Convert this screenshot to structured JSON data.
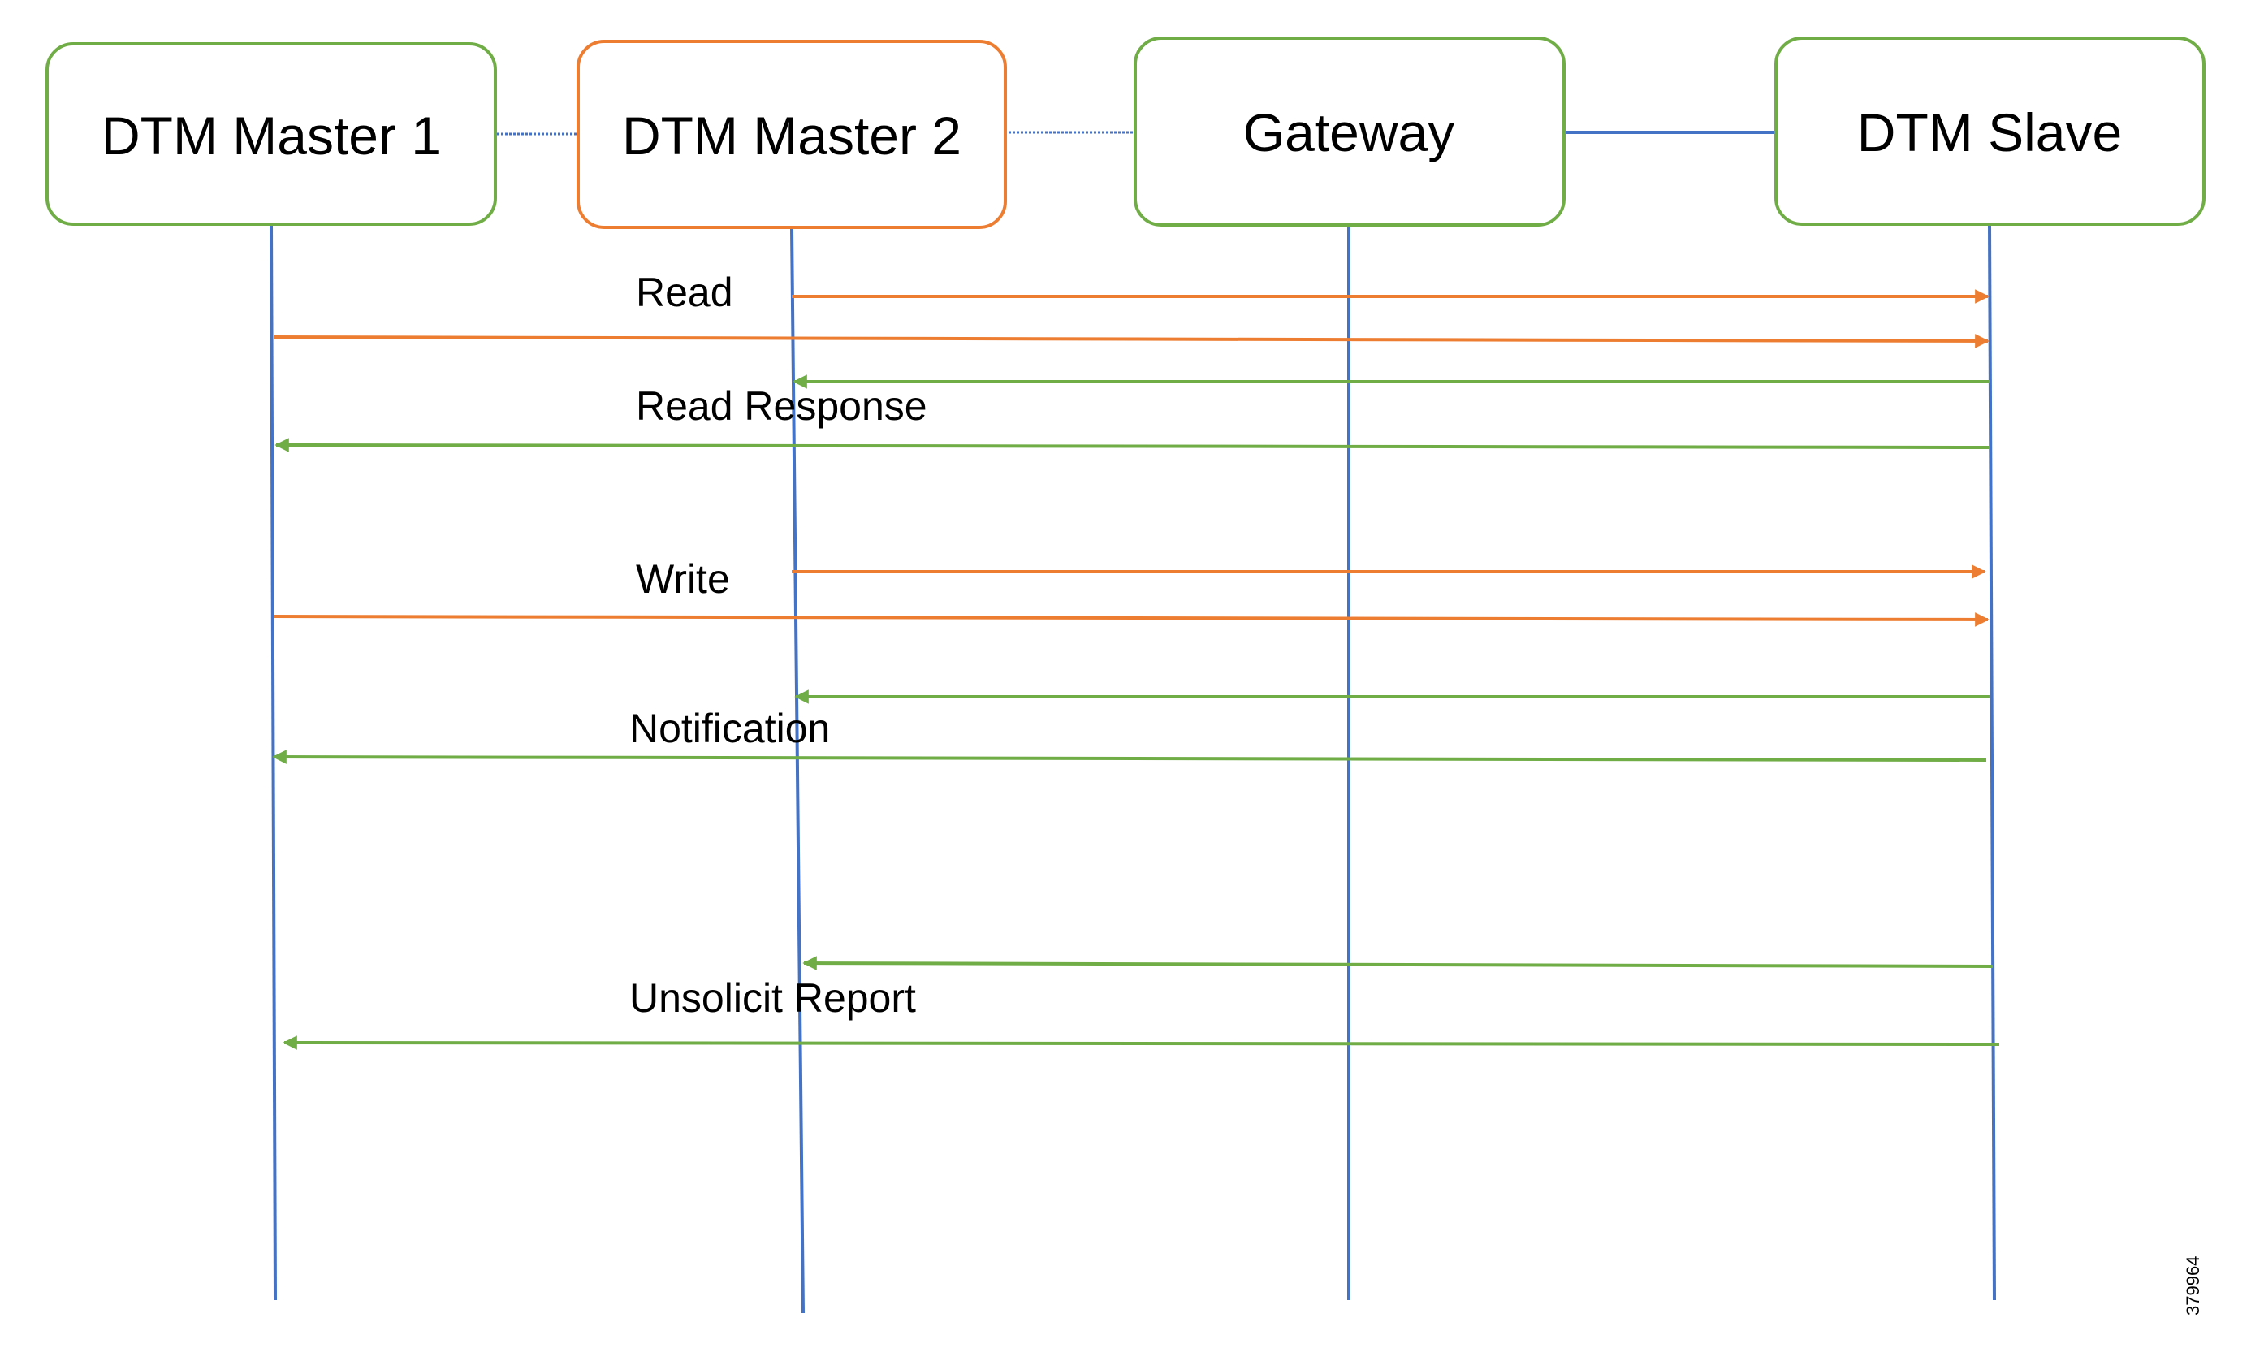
{
  "colors": {
    "box_green": "#70ad47",
    "box_orange": "#ed7d31",
    "lifeline_blue": "#4472c4",
    "request_orange": "#ed7d31",
    "response_green": "#70ad47"
  },
  "participants": [
    {
      "id": "master1",
      "label": "DTM Master 1",
      "border": "green"
    },
    {
      "id": "master2",
      "label": "DTM Master 2",
      "border": "orange"
    },
    {
      "id": "gateway",
      "label": "Gateway",
      "border": "green"
    },
    {
      "id": "slave",
      "label": "DTM Slave",
      "border": "green"
    }
  ],
  "messages": [
    {
      "label": "Read",
      "from": "master2",
      "to": "slave",
      "kind": "request"
    },
    {
      "label": "",
      "from": "master1",
      "to": "slave",
      "kind": "request"
    },
    {
      "label": "",
      "from": "slave",
      "to": "master2",
      "kind": "response"
    },
    {
      "label": "Read Response",
      "from": "slave",
      "to": "master1",
      "kind": "response"
    },
    {
      "label": "",
      "from": "master2",
      "to": "slave",
      "kind": "request"
    },
    {
      "label": "Write",
      "from": "master1",
      "to": "slave",
      "kind": "request"
    },
    {
      "label": "",
      "from": "slave",
      "to": "master2",
      "kind": "response"
    },
    {
      "label": "Notification",
      "from": "slave",
      "to": "master1",
      "kind": "response"
    },
    {
      "label": "",
      "from": "slave",
      "to": "master2",
      "kind": "response"
    },
    {
      "label": "Unsolicit Report",
      "from": "slave",
      "to": "master1",
      "kind": "response"
    }
  ],
  "figure_id": "379964"
}
